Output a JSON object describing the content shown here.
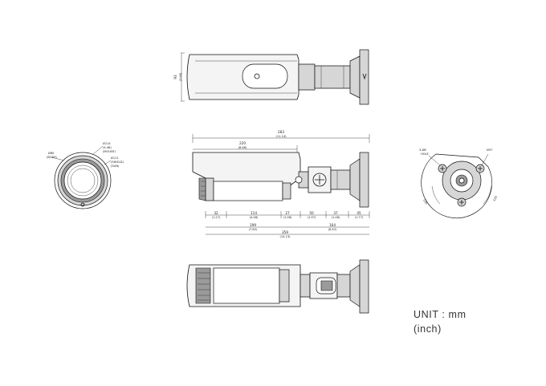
{
  "unit": {
    "line1": "UNIT  :  mm",
    "line2": "(inch)"
  },
  "top_view": {
    "height_mm": "93",
    "height_in": "(3.66)"
  },
  "side_view": {
    "overall_mm": "283",
    "overall_in": "(11.14)",
    "body_mm": "220",
    "body_in": "(8.66)",
    "seg1_mm": "32",
    "seg1_in": "(1.27)",
    "seg2_mm": "114",
    "seg2_in": "(4.48)",
    "seg3_mm": "27",
    "seg3_in": "(1.06)",
    "seg4_mm": "50",
    "seg4_in": "(1.97)",
    "seg5_mm": "37",
    "seg5_in": "(1.46)",
    "seg6_mm": "45",
    "seg6_in": "(1.77)",
    "front_mm": "199",
    "front_in": "(7.82)",
    "bracket_mm": "164",
    "bracket_in": "(6.42)",
    "total_mm": "359",
    "total_in": "(14.13)"
  },
  "front_view": {
    "body_mm": "Ø80",
    "body_in": "(BODY)",
    "mount_mm": "Ø114",
    "mount_in": "(4.48)",
    "mount_label": "(MOUNT)",
    "shield_mm": "Ø111",
    "shield_in": "(SHIELD)",
    "shield_label": "(SUN)"
  },
  "mount_view": {
    "hole_mm": "3-Ø8",
    "hole_label": "HOLE",
    "pcd_mm": "Ø97",
    "angle_left": "120",
    "angle_right": "120"
  }
}
